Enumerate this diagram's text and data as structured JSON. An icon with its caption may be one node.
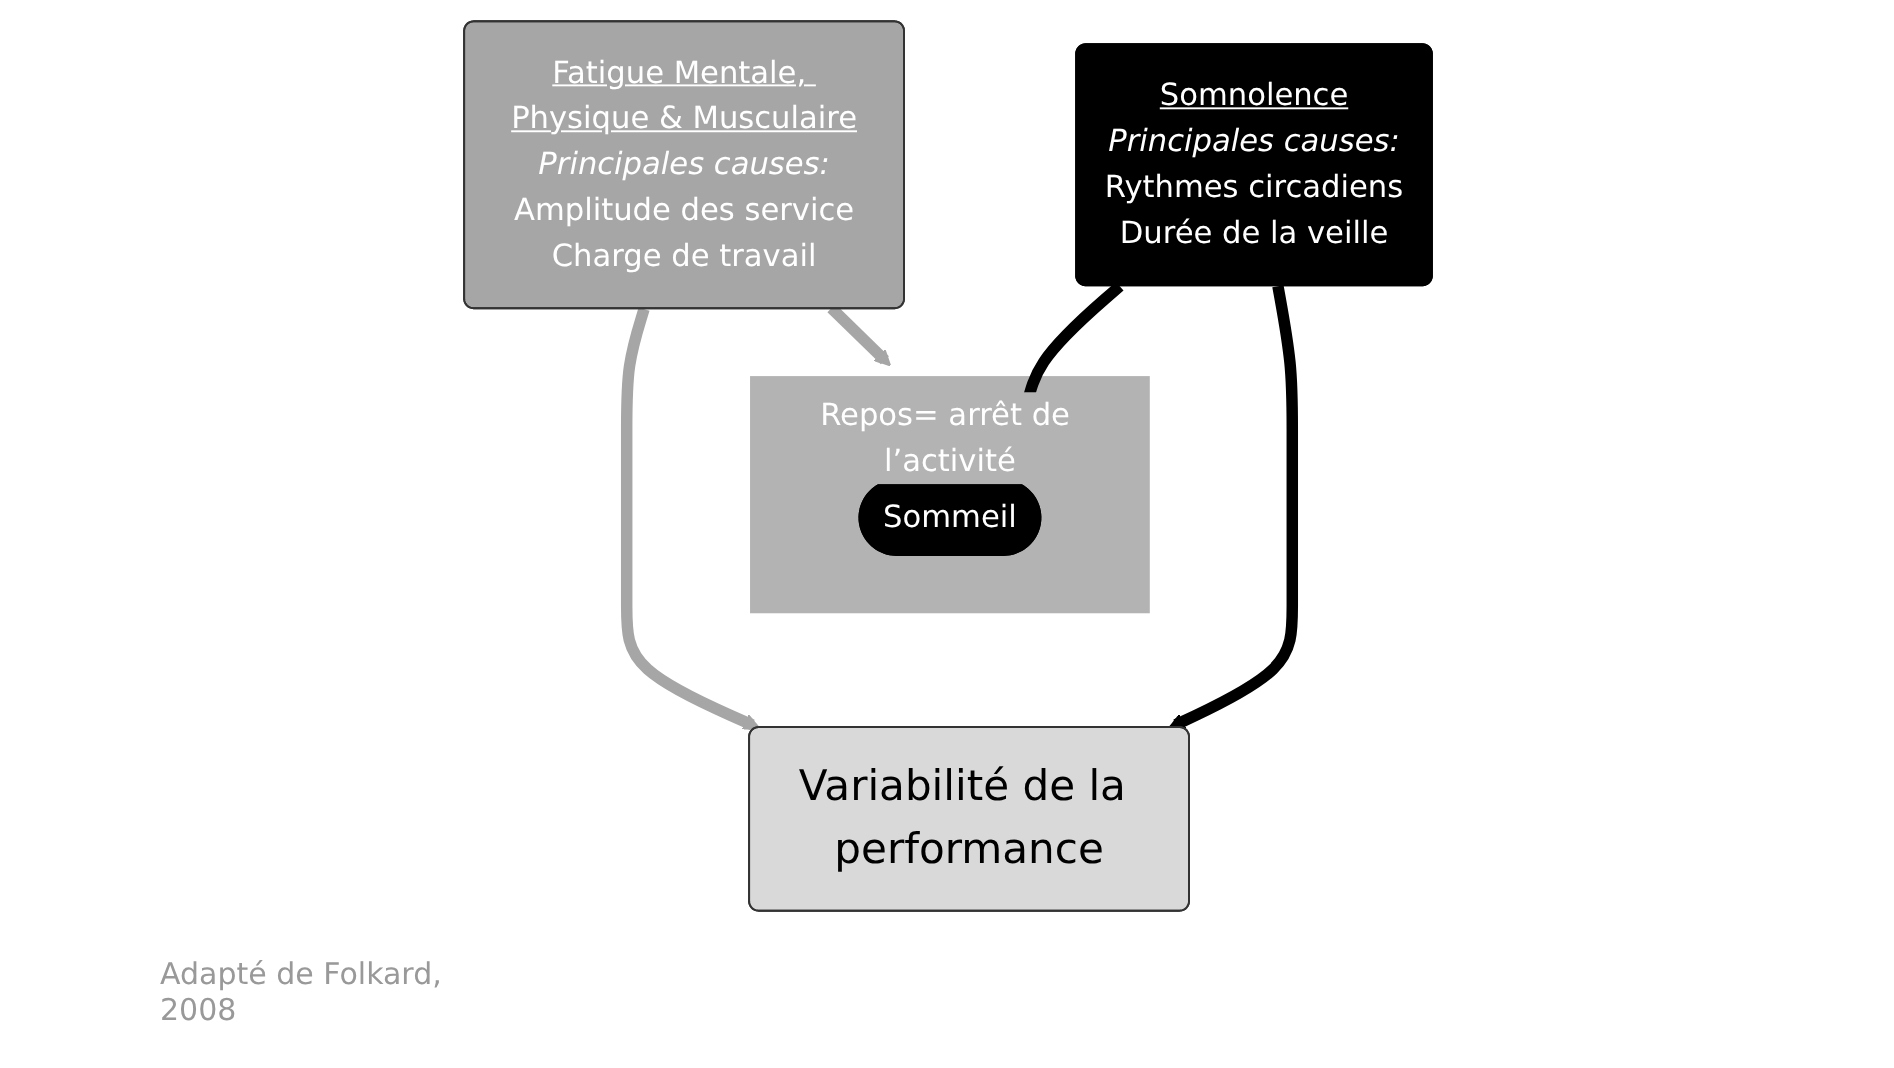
{
  "diagram": {
    "nodes": [
      {
        "text": [
          "Fatigue Mentale, Physique & Musculaire",
          "Principales causes:",
          "Amplitude des service",
          "Charge de travail"
        ]
      },
      {
        "text": [
          "Repos= arrêt de l’activité"
        ]
      },
      {
        "text": [
          "Sommeil"
        ],
        "in": 1
      },
      {
        "text": [
          "Somnolence",
          "Principales causes:",
          "Rythmes circadiens",
          "Durée de la veille"
        ]
      },
      {
        "text": [
          "Variabilité de la performance"
        ]
      }
    ],
    "edges": [
      {
        "from": 0,
        "to": 1,
        "arrow": "to",
        "color": "#a6a6a6"
      },
      {
        "from": 3,
        "to": 2,
        "arrow": "to",
        "color": "#000000"
      },
      {
        "from": 0,
        "to": 4,
        "arrow": "to",
        "color": "#a6a6a6"
      },
      {
        "from": 3,
        "to": 4,
        "arrow": "to",
        "color": "#000000"
      }
    ],
    "labels": [
      "Adapté de Folkard, 2008"
    ]
  }
}
